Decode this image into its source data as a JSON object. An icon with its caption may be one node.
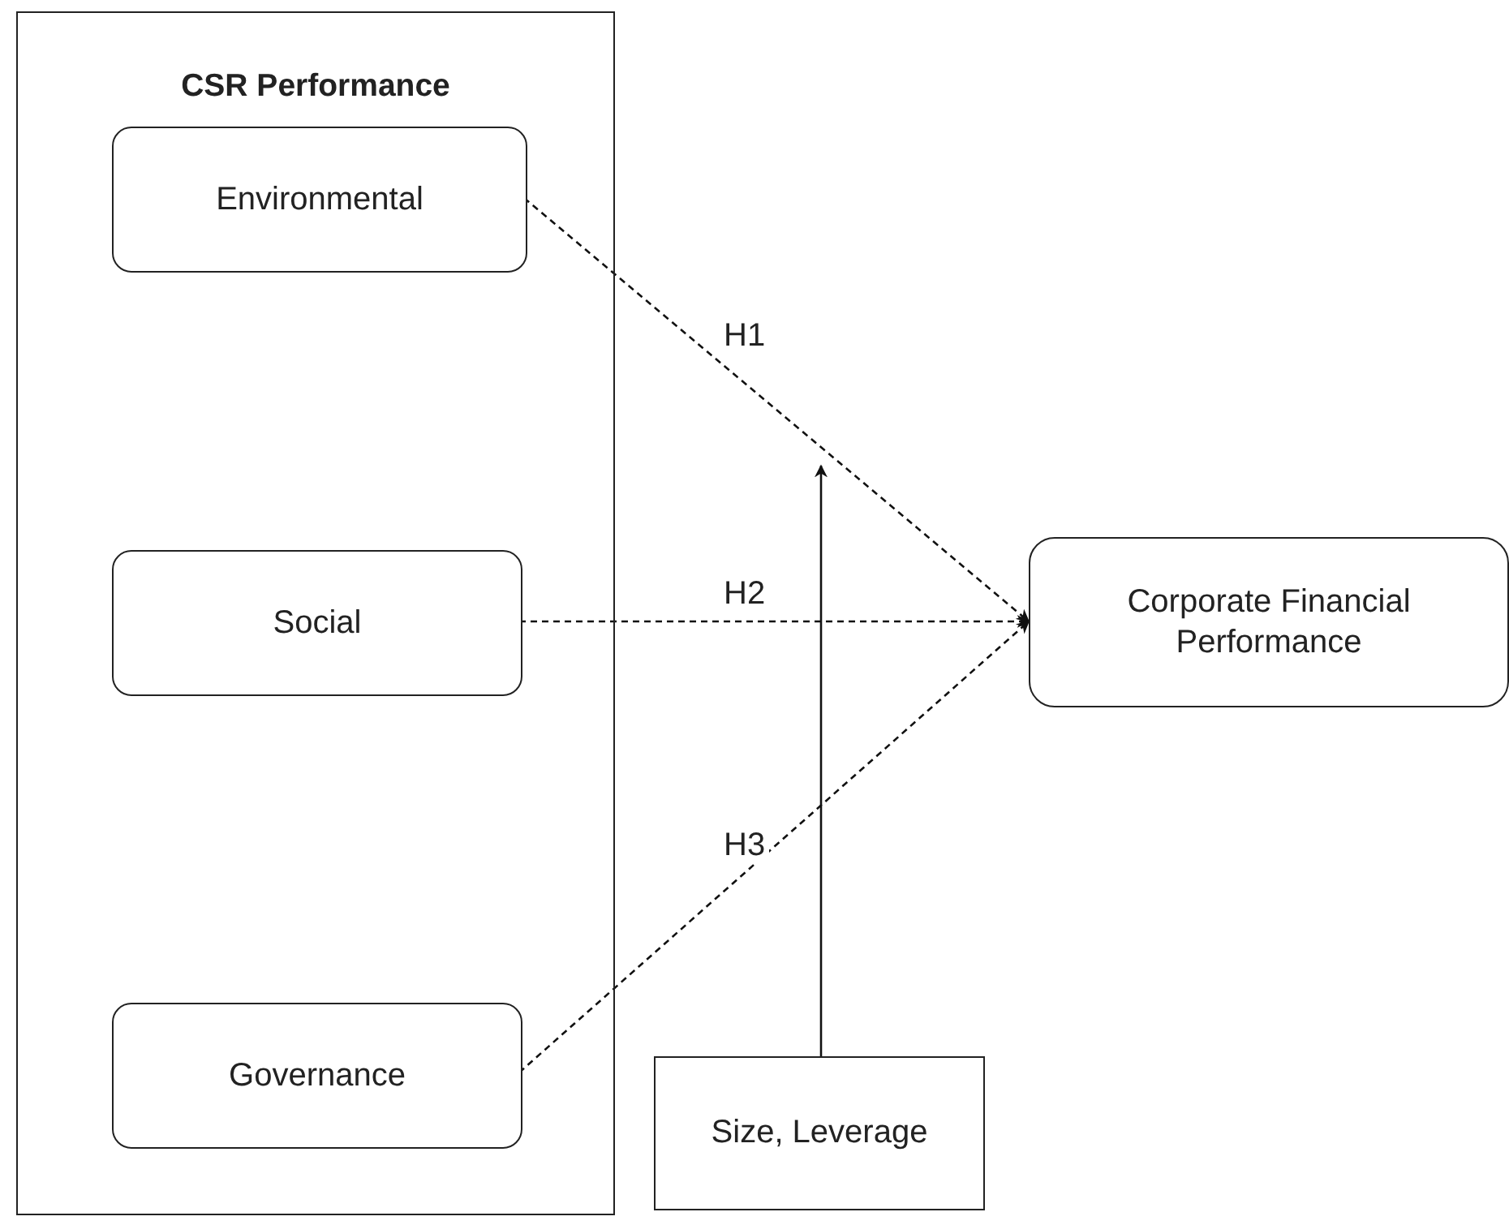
{
  "diagram": {
    "nodes": [
      {
        "text": [
          "CSR Performance"
        ]
      },
      {
        "text": [
          "Environmental"
        ],
        "in": 0
      },
      {
        "text": [
          "Social"
        ],
        "in": 0
      },
      {
        "text": [
          "Governance"
        ],
        "in": 0
      },
      {
        "text": [
          "Corporate Financial Performance"
        ]
      },
      {
        "text": [
          "Size, Leverage"
        ]
      }
    ],
    "edges": [
      {
        "from": 1,
        "to": 4,
        "arrow": "to",
        "label": "H1",
        "style": "dashed"
      },
      {
        "from": 2,
        "to": 4,
        "arrow": "to",
        "label": "H2",
        "style": "dashed"
      },
      {
        "from": 3,
        "to": 4,
        "arrow": "to",
        "label": "H3",
        "style": "dashed"
      },
      {
        "from": 5,
        "to": null,
        "arrow": "to"
      }
    ]
  }
}
